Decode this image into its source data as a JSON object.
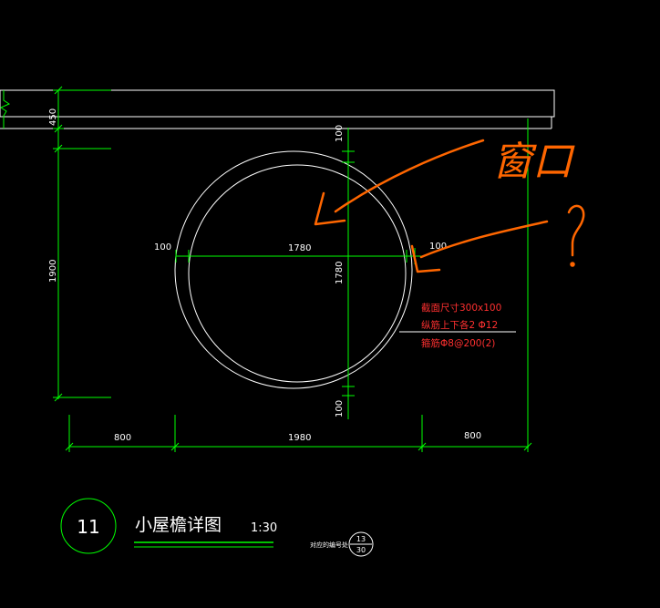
{
  "colors": {
    "background": "#000000",
    "dimension": "#00ff00",
    "geometry": "#ffffff",
    "annotation": "#ff3030",
    "markup": "#ff6600"
  },
  "dims": {
    "top_450": "450",
    "left_1900": "1900",
    "top_100": "100",
    "hl_100": "100",
    "h_1780": "1780",
    "hr_100": "100",
    "v_1780": "1780",
    "v_100": "100",
    "bot_800_l": "800",
    "bot_1980": "1980",
    "bot_800_r": "800"
  },
  "annotation": {
    "line1": "截面尺寸300x100",
    "line2": "纵筋上下各2 Φ12",
    "line3": "箍筋Φ8@200(2)"
  },
  "title": {
    "number": "11",
    "name": "小屋檐详图",
    "scale": "1:30",
    "ref_label": "对应的编号处",
    "ref_top": "13",
    "ref_bottom": "30"
  },
  "markup": {
    "word": "窗口",
    "question": "?"
  }
}
